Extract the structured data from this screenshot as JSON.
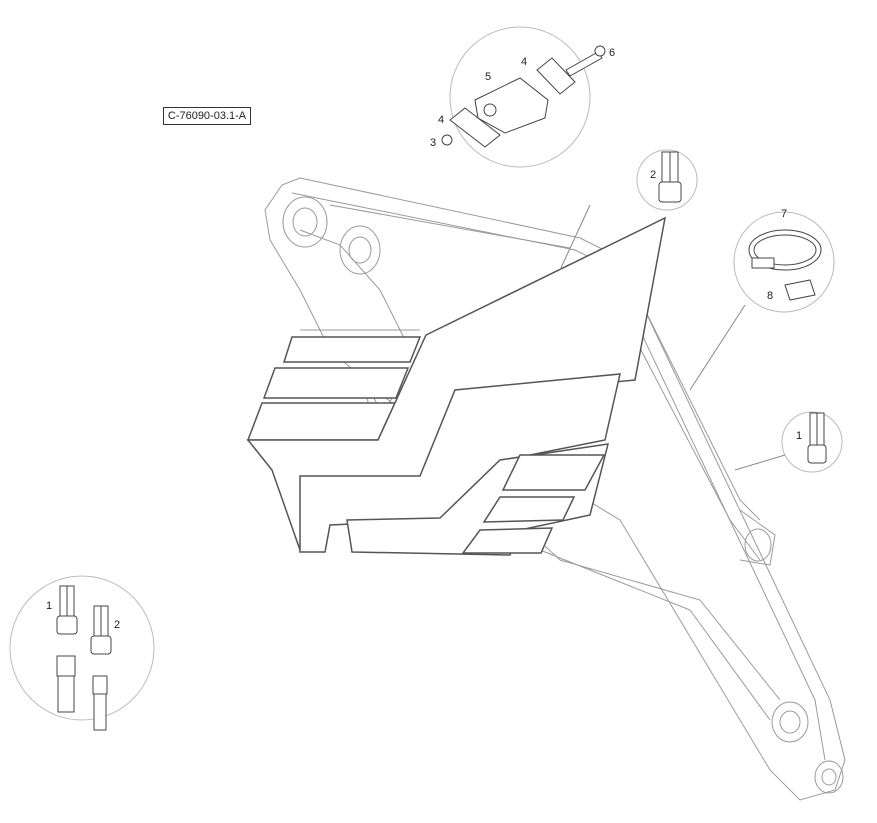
{
  "drawing": {
    "reference_code": "C-76090-03.1-A"
  },
  "callouts": {
    "clamp_top_left_4": "4",
    "clamp_top_right_4": "4",
    "clamp_5": "5",
    "clamp_6": "6",
    "clamp_3": "3",
    "top_fitting_2": "2",
    "hose_clamp_7": "7",
    "hose_clamp_8": "8",
    "right_fitting_1": "1",
    "bottom_left_1": "1",
    "bottom_left_2": "2"
  },
  "colors": {
    "line": "#444444",
    "thin_line": "#888888",
    "logo_stroke": "#555555"
  }
}
